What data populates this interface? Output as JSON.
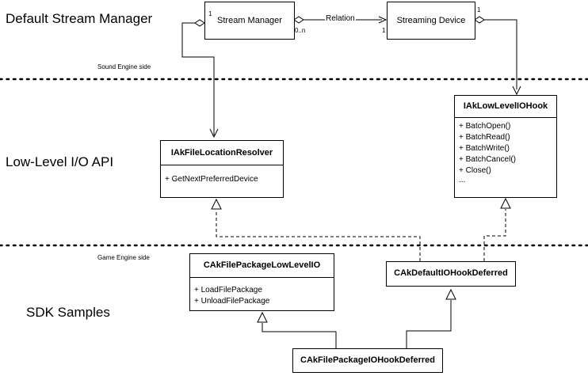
{
  "sections": {
    "stream_manager": "Default Stream Manager",
    "low_level_api": "Low-Level I/O API",
    "sdk_samples": "SDK Samples"
  },
  "separators": {
    "sound_engine_side": "Sound Engine side",
    "game_engine_side": "Game Engine side"
  },
  "stream_manager_box": {
    "label": "Stream Manager"
  },
  "streaming_device_box": {
    "label": "Streaming Device"
  },
  "relation": {
    "label": "Relation",
    "mult_stream_manager_left": "1",
    "mult_stream_manager_right": "0..n",
    "mult_device_left": "1",
    "mult_device_right": "1"
  },
  "classes": {
    "low_level_io_hook": {
      "name": "IAkLowLevelIOHook",
      "operations": [
        "+ BatchOpen()",
        "+ BatchRead()",
        "+ BatchWrite()",
        "+ BatchCancel()",
        "+ Close()",
        "..."
      ]
    },
    "file_location_resolver": {
      "name": "IAkFileLocationResolver",
      "operations": [
        "+ GetNextPreferredDevice"
      ]
    },
    "file_package_low_level_io": {
      "name": "CAkFilePackageLowLevelIO",
      "operations": [
        "+ LoadFilePackage",
        "+ UnloadFilePackage"
      ]
    },
    "default_io_hook_deferred": {
      "name": "CAkDefaultIOHookDeferred"
    },
    "file_package_io_hook_deferred": {
      "name": "CAkFilePackageIOHookDeferred"
    }
  }
}
